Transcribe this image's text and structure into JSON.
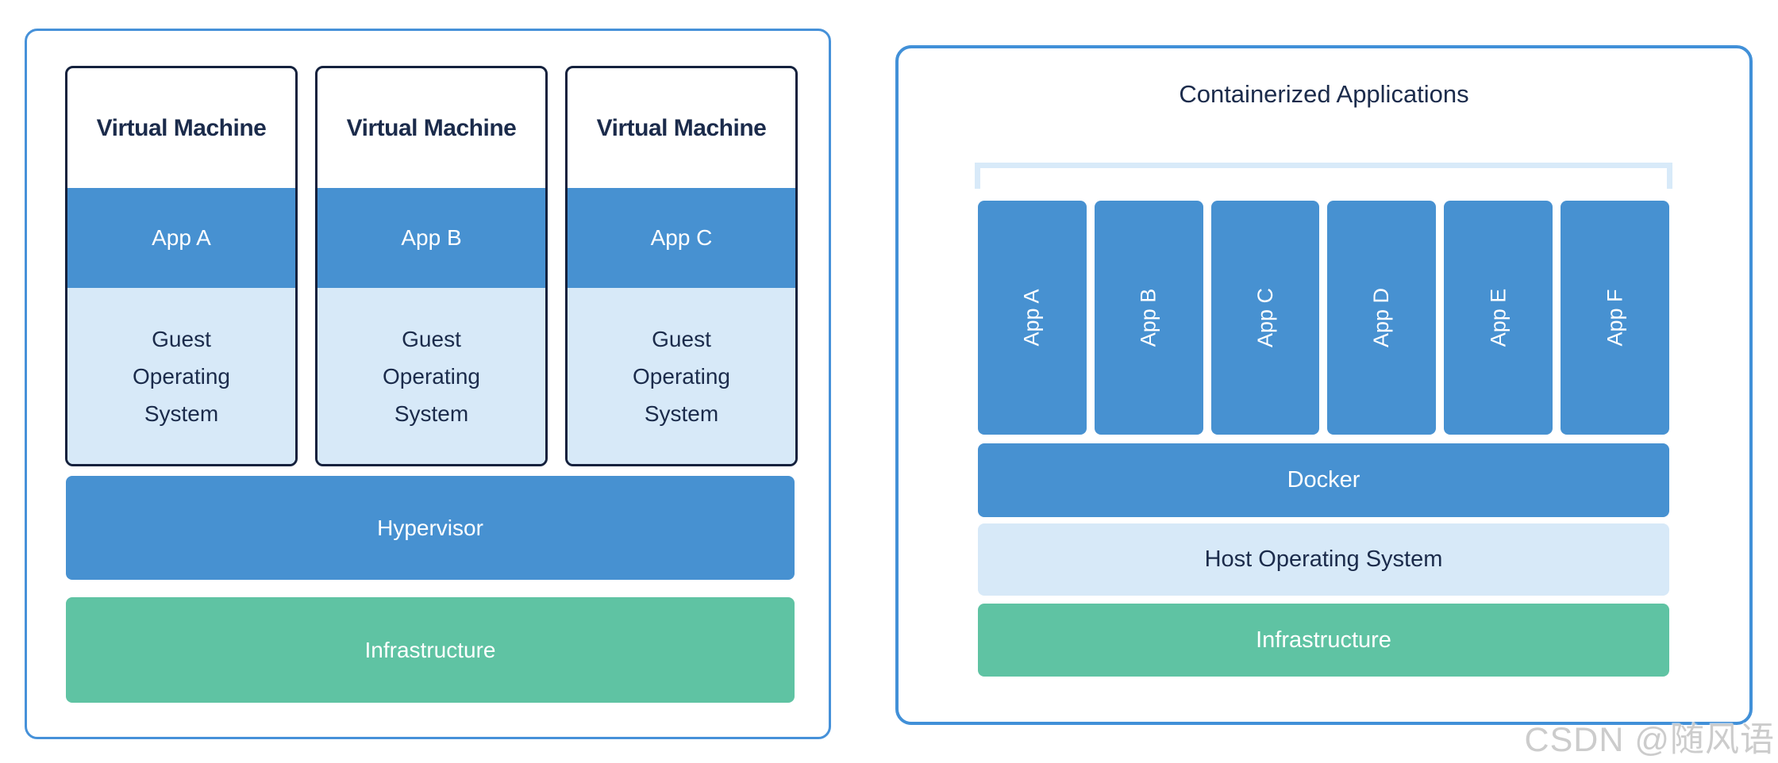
{
  "left_panel": {
    "vms": [
      {
        "title": "Virtual Machine",
        "app": "App A",
        "os": "Guest Operating System"
      },
      {
        "title": "Virtual Machine",
        "app": "App B",
        "os": "Guest Operating System"
      },
      {
        "title": "Virtual Machine",
        "app": "App C",
        "os": "Guest Operating System"
      }
    ],
    "hypervisor": "Hypervisor",
    "infrastructure": "Infrastructure"
  },
  "right_panel": {
    "title": "Containerized Applications",
    "apps": [
      "App A",
      "App B",
      "App C",
      "App D",
      "App E",
      "App F"
    ],
    "docker": "Docker",
    "host_os": "Host Operating System",
    "infrastructure": "Infrastructure"
  },
  "watermark": "CSDN @随风语",
  "colors": {
    "blue": "#4791d1",
    "light_blue": "#d7e9f8",
    "green": "#5fc3a3",
    "navy": "#1b2b4b",
    "panel_border": "#4691d9",
    "vm_border": "#14213d",
    "bracket": "#d8eaf9"
  }
}
